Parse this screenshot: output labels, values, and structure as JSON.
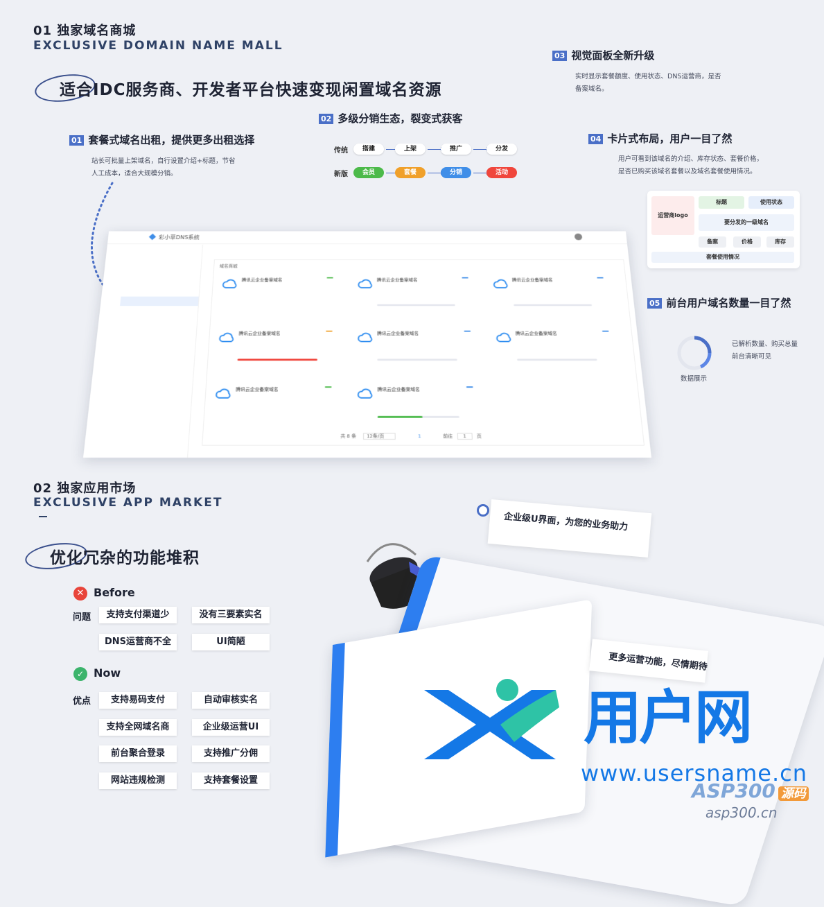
{
  "section1": {
    "number_title": "01  独家域名商城",
    "en_title": "EXCLUSIVE DOMAIN NAME MALL",
    "slogan": "适合IDC服务商、开发者平台快速变现闲置域名资源"
  },
  "feature01": {
    "badge": "01",
    "title": "套餐式域名出租，提供更多出租选择",
    "desc1": "站长可批量上架域名，自行设置介绍+标题，节省",
    "desc2": "人工成本，适合大规模分销。"
  },
  "feature02": {
    "badge": "02",
    "title": "多级分销生态，裂变式获客",
    "row1_label": "传统",
    "row1": [
      "搭建",
      "上架",
      "推广",
      "分发"
    ],
    "row2_label": "新版",
    "row2": [
      "会员",
      "套餐",
      "分销",
      "活动"
    ]
  },
  "feature03": {
    "badge": "03",
    "title": "视觉面板全新升级",
    "desc1": "实时显示套餐额度、使用状态、DNS运营商，是否",
    "desc2": "备案域名。"
  },
  "feature04": {
    "badge": "04",
    "title": "卡片式布局，用户一目了然",
    "desc1": "用户可看到该域名的介绍、库存状态、套餐价格，",
    "desc2": "是否已购买该域名套餐以及域名套餐使用情况。",
    "card": {
      "logo": "运营商logo",
      "title": "标题",
      "status": "使用状态",
      "domain": "要分发的一级域名",
      "record": "备案",
      "price": "价格",
      "stock": "库存",
      "usage": "套餐使用情况"
    }
  },
  "feature05": {
    "badge": "05",
    "title": "前台用户域名数量一目了然",
    "desc1": "已解析数量、购买总量",
    "desc2": "前台清晰可见",
    "chart_label": "数据展示"
  },
  "dashboard": {
    "app_title": "彩小草DNS系统",
    "section_title": "域名商城",
    "card_title": "腾讯云企业备案域名",
    "pager_total": "共 8 条",
    "pager_size": "12条/页",
    "pager_page": "1",
    "pager_goto": "前往",
    "pager_unit": "页"
  },
  "section2": {
    "number_title": "02  独家应用市场",
    "en_title": "EXCLUSIVE APP MARKET",
    "slogan": "优化冗杂的功能堆积",
    "before_label": "Before",
    "problem_label": "问题",
    "problems": [
      "支持支付渠道少",
      "没有三要素实名",
      "DNS运营商不全",
      "UI简陋"
    ],
    "now_label": "Now",
    "advantage_label": "优点",
    "advantages": [
      "支持易码支付",
      "自动审核实名",
      "支持全网域名商",
      "企业级运营UI",
      "前台聚合登录",
      "支持推广分佣",
      "网站违规检测",
      "支持套餐设置"
    ]
  },
  "callouts": {
    "enterprise": "企业级U界面，为您的业务助力",
    "more": "更多运营功能，尽情期待"
  },
  "watermark": {
    "brand": "用户网",
    "url": "www.usersname.cn",
    "asp": "ASP300",
    "asp_suffix": "源码",
    "asp_url": "asp300.cn"
  },
  "colors": {
    "accent": "#4a6fc7",
    "green": "#4cba4a",
    "orange": "#f0a02a",
    "blue": "#3f8ee8",
    "red": "#f0463c",
    "brand_blue": "#1478e6",
    "brand_teal": "#2ec3a6"
  }
}
